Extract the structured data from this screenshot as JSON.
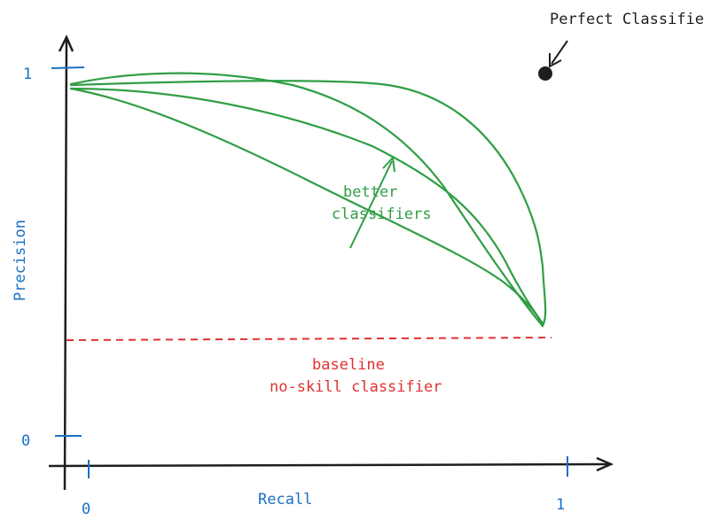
{
  "axes": {
    "y_label": "Precision",
    "x_label": "Recall",
    "y_tick_top": "1",
    "y_tick_bottom": "0",
    "x_tick_left": "0",
    "x_tick_right": "1"
  },
  "annotations": {
    "perfect": "Perfect Classifier",
    "better_line1": "better",
    "better_line2": "classifiers",
    "baseline_line1": "baseline",
    "baseline_line2": "no-skill classifier"
  },
  "colors": {
    "axis": "#1e1e1e",
    "labels": "#1971c2",
    "curves": "#2f9e44",
    "baseline": "#e03131"
  }
}
